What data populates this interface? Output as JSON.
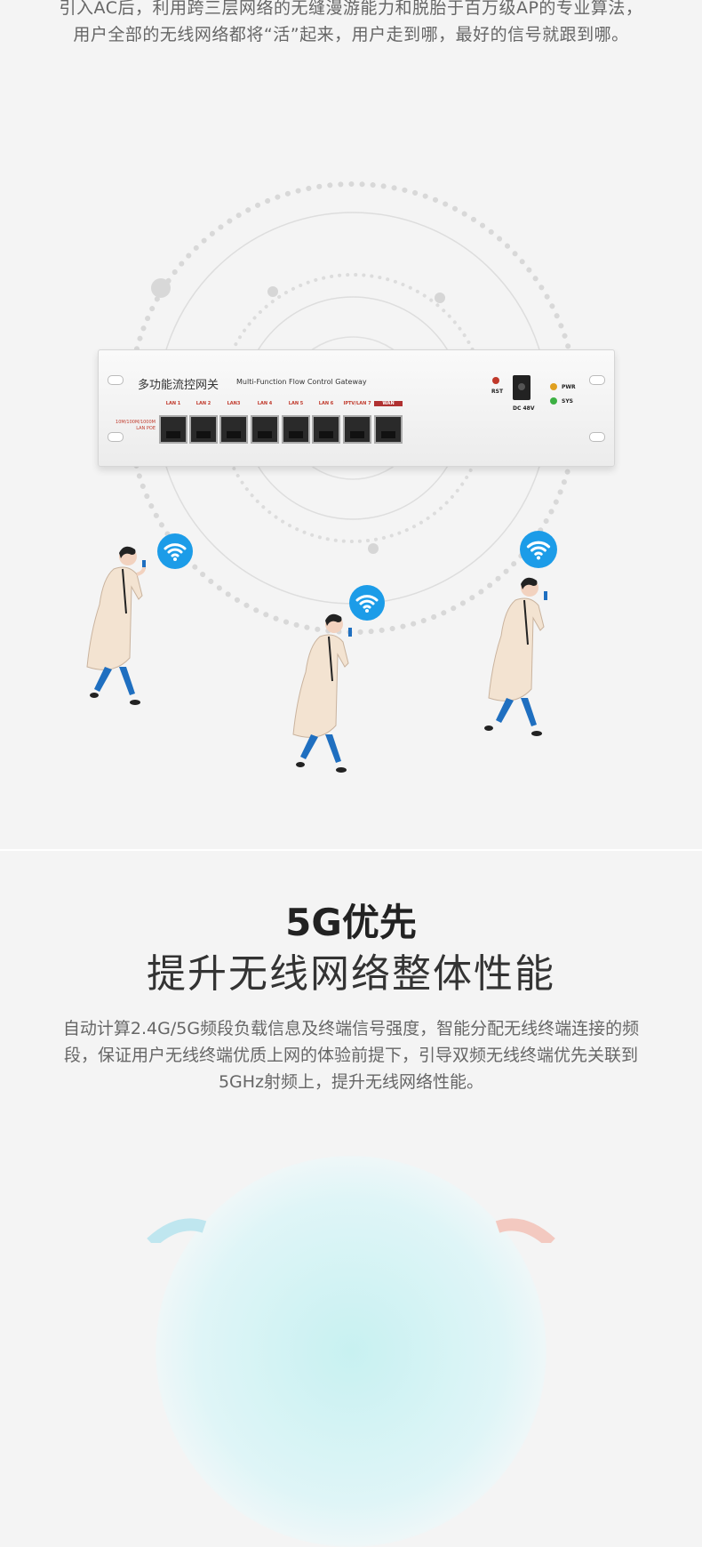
{
  "intro": {
    "paragraph": "引入AC后，利用跨三层网络的无缝漫游能力和脱胎于百万级AP的专业算法，用户全部的无线网络都将“活”起来，用户走到哪，最好的信号就跟到哪。"
  },
  "device": {
    "title_cn": "多功能流控网关",
    "title_en": "Multi-Function Flow Control Gateway",
    "lan_poe_label": "10M/100M/1000M LAN POE",
    "ports": [
      "LAN 1",
      "LAN 2",
      "LAN3",
      "LAN 4",
      "LAN 5",
      "LAN 6",
      "IPTV/LAN 7",
      "WAN"
    ],
    "rst_label": "RST",
    "dc_label": "DC 48V",
    "pwr_label": "PWR",
    "sys_label": "SYS"
  },
  "section2": {
    "title_main": "5G优先",
    "title_sub": "提升无线网络整体性能",
    "description": "自动计算2.4G/5G频段负载信息及终端信号强度，智能分配无线终端连接的频段，保证用户无线终端优质上网的体验前提下，引导双频无线终端优先关联到5GHz射频上，提升无线网络性能。"
  },
  "colors": {
    "wifi_blue": "#1c9ce8",
    "wan_red": "#b03030",
    "pants_blue": "#1f6fc0"
  },
  "icons": [
    "wifi-icon",
    "person-walking-phone-icon"
  ]
}
